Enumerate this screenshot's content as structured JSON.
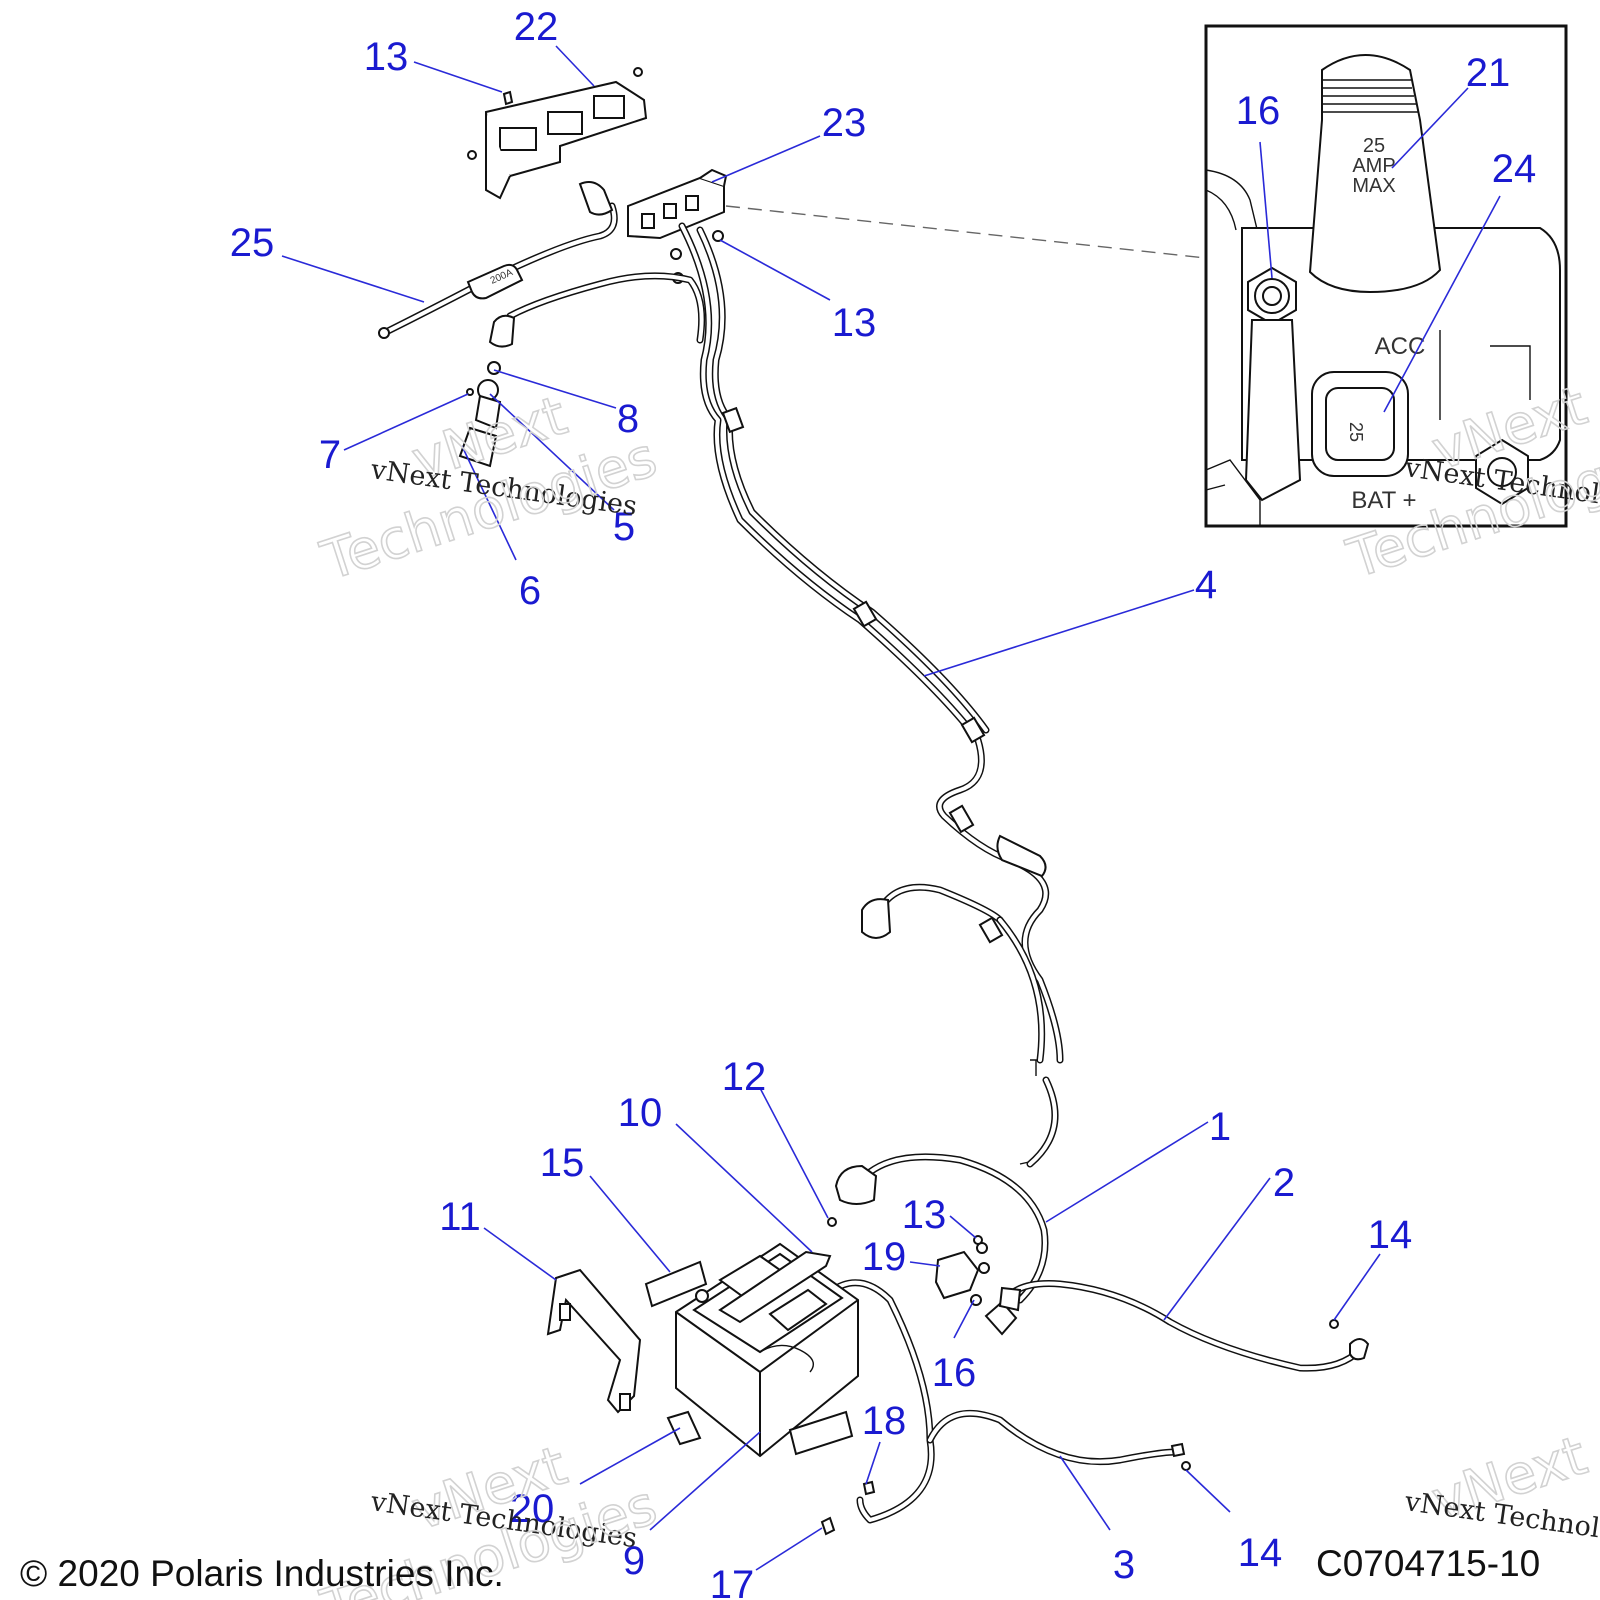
{
  "callouts": {
    "c1": "1",
    "c2": "2",
    "c3": "3",
    "c4": "4",
    "c5": "5",
    "c6": "6",
    "c7": "7",
    "c8": "8",
    "c9": "9",
    "c10": "10",
    "c11": "11",
    "c12": "12",
    "c13a": "13",
    "c13b": "13",
    "c13c": "13",
    "c14a": "14",
    "c14b": "14",
    "c15": "15",
    "c16a": "16",
    "c16b": "16",
    "c17": "17",
    "c18": "18",
    "c19": "19",
    "c20": "20",
    "c21": "21",
    "c22": "22",
    "c23": "23",
    "c24": "24",
    "c25": "25"
  },
  "inset_labels": {
    "amp_rating": "25",
    "amp_unit": "AMP",
    "amp_max": "MAX",
    "acc": "ACC",
    "bat": "BAT +",
    "fuse_value": "25"
  },
  "cable_labels": {
    "fuse_cable_rating": "200A"
  },
  "watermark": {
    "brand": "vNext",
    "full": "vNext Technologies",
    "word": "Technologies"
  },
  "footer": {
    "copyright": "© 2020 Polaris Industries Inc.",
    "drawing_number": "C0704715-10"
  }
}
